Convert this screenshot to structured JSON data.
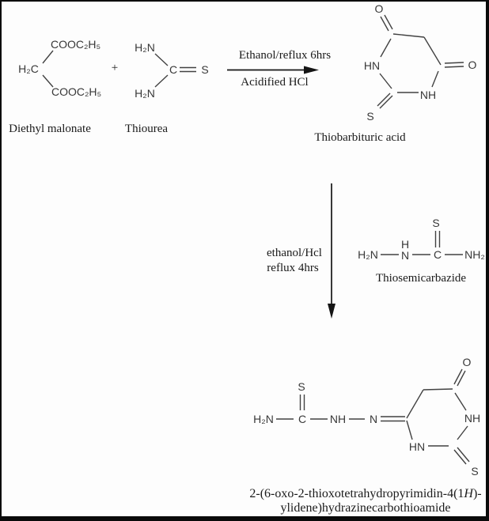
{
  "scheme": {
    "reactant1": {
      "h2c": "H₂C",
      "ester_top": "COOC₂H₅",
      "ester_bottom": "COOC₂H₅",
      "name": "Diethyl malonate"
    },
    "plus": "+",
    "reactant2": {
      "nh2_top": "H₂N",
      "nh2_bottom": "H₂N",
      "c": "C",
      "s": "S",
      "name": "Thiourea"
    },
    "step1": {
      "condition_top": "Ethanol/reflux 6hrs",
      "condition_bottom": "Acidified HCl"
    },
    "intermediate": {
      "o_top": "O",
      "o_right": "O",
      "hn_left": "HN",
      "nh_bottom": "NH",
      "s": "S",
      "name": "Thiobarbituric acid"
    },
    "step2": {
      "condition_line1": "ethanol/Hcl",
      "condition_line2": "reflux 4hrs"
    },
    "reagent2": {
      "h2n": "H₂N",
      "h": "H",
      "n": "N",
      "c": "C",
      "s": "S",
      "nh2": "NH₂",
      "name": "Thiosemicarbazide"
    },
    "product": {
      "h2n": "H₂N",
      "c": "C",
      "s_amide": "S",
      "nh_chain": "NH",
      "n_chain": "N",
      "hn_ring": "HN",
      "nh_ring": "NH",
      "o_ring": "O",
      "s_ring": "S",
      "name_part1": "2-(6-oxo-2-thioxotetrahydropyrimidin-4(1",
      "name_italic": "H",
      "name_part2": ")-",
      "name_line2": "ylidene)hydrazinecarbothioamide"
    }
  },
  "colors": {
    "structure": "#424242",
    "text": "#1a1a1a",
    "border": "#0a0a0a",
    "background": "#fdfdfd"
  }
}
